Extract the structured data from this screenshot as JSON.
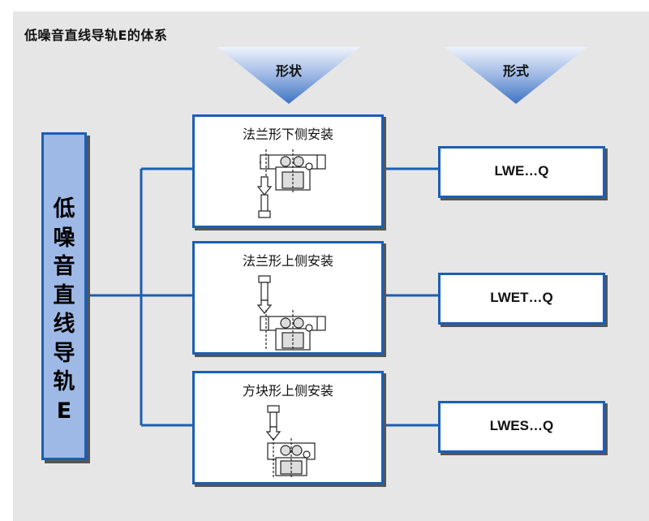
{
  "title": "低噪音直线导轨E的体系",
  "headers": {
    "shape": "形状",
    "form": "形式"
  },
  "main": {
    "label": "低\n噪\n音\n直\n线\n导\n轨\nE"
  },
  "mountings": [
    {
      "label": "法兰形下侧安装",
      "icon": "flange-bottom-mount-icon"
    },
    {
      "label": "法兰形上侧安装",
      "icon": "flange-top-mount-icon"
    },
    {
      "label": "方块形上侧安装",
      "icon": "block-top-mount-icon"
    }
  ],
  "types": [
    {
      "label": "LWE…Q"
    },
    {
      "label": "LWET…Q"
    },
    {
      "label": "LWES…Q"
    }
  ],
  "colors": {
    "border": "#1a5fb4",
    "main_fill": "#9fb9e6",
    "background": "#e6e6e6"
  }
}
